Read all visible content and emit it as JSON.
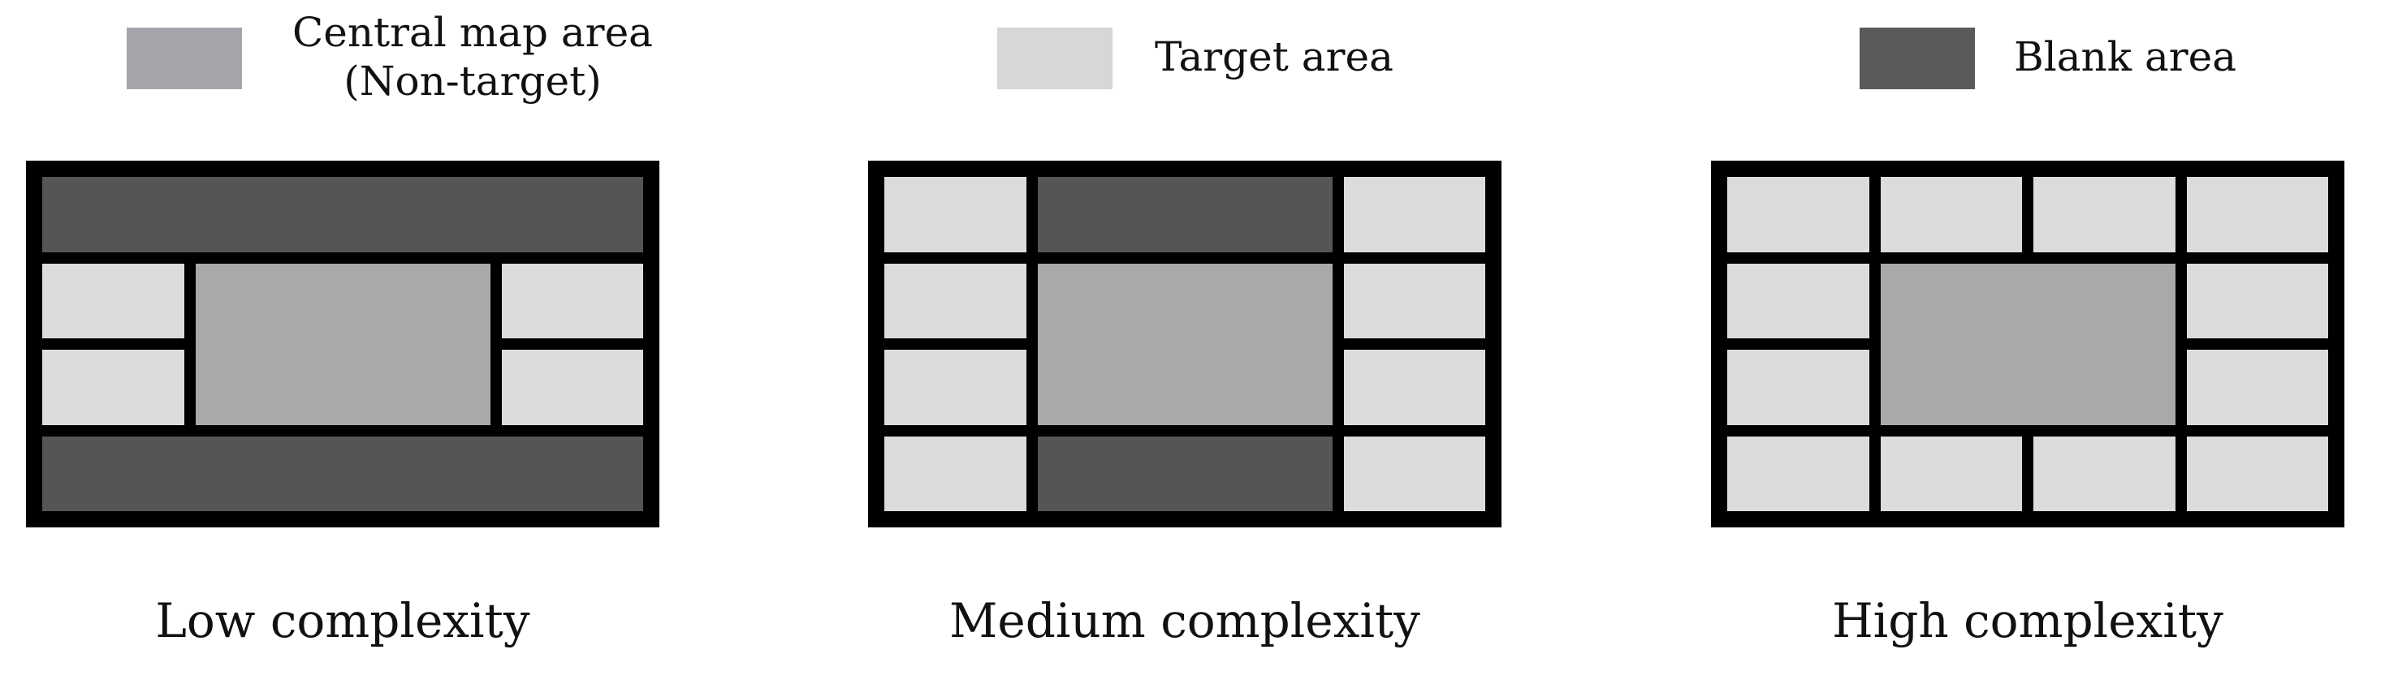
{
  "colors": {
    "central": "#a9a9a9",
    "target": "#dcdcdc",
    "blank": "#555555",
    "frame": "#000000",
    "legend_central": "#a6a4aa",
    "legend_target": "#d7d6d9",
    "legend_blank": "#5a5a5c"
  },
  "legend": {
    "central_line1": "Central map area",
    "central_line2": "(Non-target)",
    "target": "Target area",
    "blank": "Blank area"
  },
  "diagrams": [
    {
      "caption": "Low complexity",
      "cols": 4,
      "rows": 4,
      "cells": [
        {
          "type": "blank",
          "col": 0,
          "row": 0,
          "colspan": 4,
          "rowspan": 1
        },
        {
          "type": "target",
          "col": 0,
          "row": 1,
          "colspan": 1,
          "rowspan": 1
        },
        {
          "type": "central",
          "col": 1,
          "row": 1,
          "colspan": 2,
          "rowspan": 2
        },
        {
          "type": "target",
          "col": 3,
          "row": 1,
          "colspan": 1,
          "rowspan": 1
        },
        {
          "type": "target",
          "col": 0,
          "row": 2,
          "colspan": 1,
          "rowspan": 1
        },
        {
          "type": "target",
          "col": 3,
          "row": 2,
          "colspan": 1,
          "rowspan": 1
        },
        {
          "type": "blank",
          "col": 0,
          "row": 3,
          "colspan": 4,
          "rowspan": 1
        }
      ]
    },
    {
      "caption": "Medium complexity",
      "cols": 4,
      "rows": 4,
      "cells": [
        {
          "type": "target",
          "col": 0,
          "row": 0,
          "colspan": 1,
          "rowspan": 1
        },
        {
          "type": "blank",
          "col": 1,
          "row": 0,
          "colspan": 2,
          "rowspan": 1
        },
        {
          "type": "target",
          "col": 3,
          "row": 0,
          "colspan": 1,
          "rowspan": 1
        },
        {
          "type": "target",
          "col": 0,
          "row": 1,
          "colspan": 1,
          "rowspan": 1
        },
        {
          "type": "central",
          "col": 1,
          "row": 1,
          "colspan": 2,
          "rowspan": 2
        },
        {
          "type": "target",
          "col": 3,
          "row": 1,
          "colspan": 1,
          "rowspan": 1
        },
        {
          "type": "target",
          "col": 0,
          "row": 2,
          "colspan": 1,
          "rowspan": 1
        },
        {
          "type": "target",
          "col": 3,
          "row": 2,
          "colspan": 1,
          "rowspan": 1
        },
        {
          "type": "target",
          "col": 0,
          "row": 3,
          "colspan": 1,
          "rowspan": 1
        },
        {
          "type": "blank",
          "col": 1,
          "row": 3,
          "colspan": 2,
          "rowspan": 1
        },
        {
          "type": "target",
          "col": 3,
          "row": 3,
          "colspan": 1,
          "rowspan": 1
        }
      ]
    },
    {
      "caption": "High complexity",
      "cols": 4,
      "rows": 4,
      "cells": [
        {
          "type": "target",
          "col": 0,
          "row": 0,
          "colspan": 1,
          "rowspan": 1
        },
        {
          "type": "target",
          "col": 1,
          "row": 0,
          "colspan": 1,
          "rowspan": 1
        },
        {
          "type": "target",
          "col": 2,
          "row": 0,
          "colspan": 1,
          "rowspan": 1
        },
        {
          "type": "target",
          "col": 3,
          "row": 0,
          "colspan": 1,
          "rowspan": 1
        },
        {
          "type": "target",
          "col": 0,
          "row": 1,
          "colspan": 1,
          "rowspan": 1
        },
        {
          "type": "central",
          "col": 1,
          "row": 1,
          "colspan": 2,
          "rowspan": 2
        },
        {
          "type": "target",
          "col": 3,
          "row": 1,
          "colspan": 1,
          "rowspan": 1
        },
        {
          "type": "target",
          "col": 0,
          "row": 2,
          "colspan": 1,
          "rowspan": 1
        },
        {
          "type": "target",
          "col": 3,
          "row": 2,
          "colspan": 1,
          "rowspan": 1
        },
        {
          "type": "target",
          "col": 0,
          "row": 3,
          "colspan": 1,
          "rowspan": 1
        },
        {
          "type": "target",
          "col": 1,
          "row": 3,
          "colspan": 1,
          "rowspan": 1
        },
        {
          "type": "target",
          "col": 2,
          "row": 3,
          "colspan": 1,
          "rowspan": 1
        },
        {
          "type": "target",
          "col": 3,
          "row": 3,
          "colspan": 1,
          "rowspan": 1
        }
      ]
    }
  ]
}
